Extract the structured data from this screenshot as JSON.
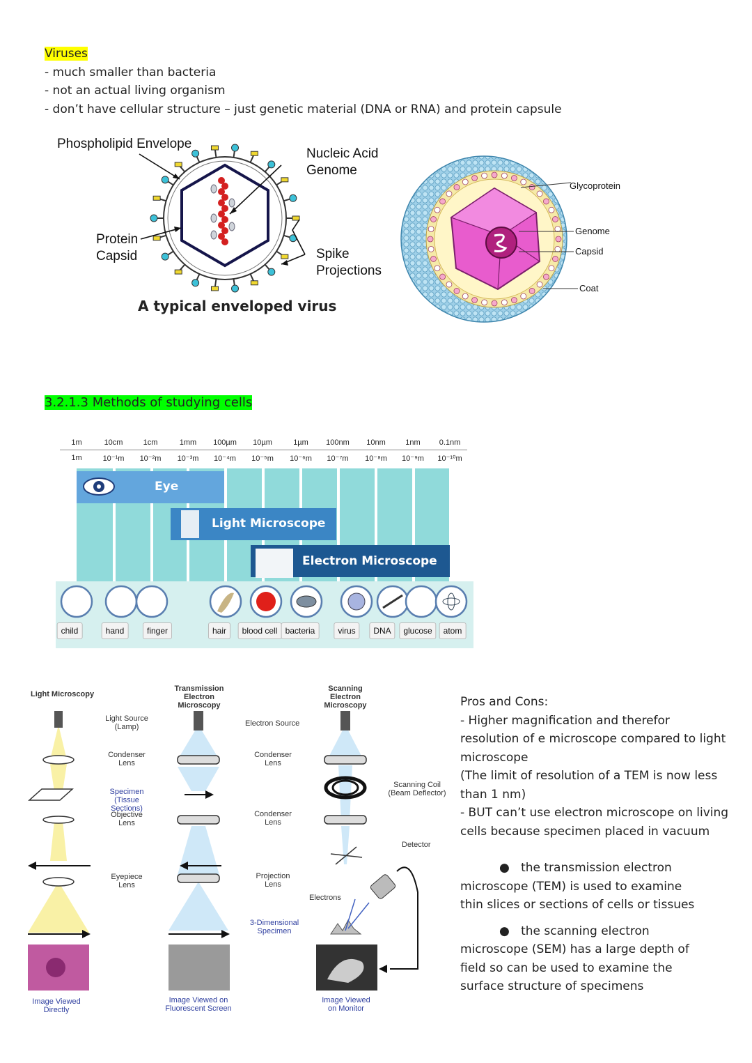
{
  "viruses": {
    "heading": "Viruses",
    "points": [
      "- much smaller than bacteria",
      "- not an actual living organism",
      "- don’t have cellular structure – just genetic material (DNA or RNA) and protein capsule"
    ]
  },
  "virus_diagram": {
    "phospholipid": "Phospholipid Envelope",
    "nucleic_1": "Nucleic Acid",
    "nucleic_2": "Genome",
    "protein_1": "Protein",
    "protein_2": "Capsid",
    "spike_1": "Spike",
    "spike_2": "Projections",
    "caption": "A typical enveloped virus"
  },
  "virus_diagram_2": {
    "glycoprotein": "Glycoprotein",
    "genome": "Genome",
    "capsid": "Capsid",
    "coat": "Coat"
  },
  "section": {
    "heading": "3.2.1.3 Methods of studying cells"
  },
  "scale": {
    "top": [
      "1m",
      "10cm",
      "1cm",
      "1mm",
      "100µm",
      "10µm",
      "1µm",
      "100nm",
      "10nm",
      "1nm",
      "0.1nm"
    ],
    "bottom": [
      "1m",
      "10⁻¹m",
      "10⁻²m",
      "10⁻³m",
      "10⁻⁴m",
      "10⁻⁵m",
      "10⁻⁶m",
      "10⁻⁷m",
      "10⁻⁸m",
      "10⁻⁹m",
      "10⁻¹⁰m"
    ],
    "eye": "Eye",
    "light": "Light Microscope",
    "electron": "Electron Microscope",
    "objects": [
      "child",
      "hand",
      "finger",
      "hair",
      "blood cell",
      "bacteria",
      "virus",
      "DNA",
      "glucose",
      "atom"
    ]
  },
  "microscopy": {
    "lm_title": "Light Microscopy",
    "tem_title_1": "Transmission",
    "tem_title_2": "Electron Microscopy",
    "sem_title_1": "Scanning",
    "sem_title_2": "Electron Microscopy",
    "light_source_1": "Light Source",
    "light_source_2": "(Lamp)",
    "electron_source": "Electron Source",
    "condenser_1": "Condenser",
    "condenser_2": "Lens",
    "condenser_b1": "Condenser",
    "condenser_b2": "Lens",
    "specimen_1": "Specimen",
    "specimen_2": "(Tissue Sections)",
    "objective_1": "Objective",
    "objective_2": "Lens",
    "condenser_c1": "Condenser",
    "condenser_c2": "Lens",
    "scanning_1": "Scanning Coil",
    "scanning_2": "(Beam Deflector)",
    "detector": "Detector",
    "eyepiece_1": "Eyepiece",
    "eyepiece_2": "Lens",
    "projection_1": "Projection",
    "projection_2": "Lens",
    "electrons": "Electrons",
    "specimen3d_1": "3-Dimensional",
    "specimen3d_2": "Specimen",
    "view_lm_1": "Image Viewed",
    "view_lm_2": "Directly",
    "view_tem_1": "Image Viewed on",
    "view_tem_2": "Fluorescent Screen",
    "view_sem_1": "Image Viewed",
    "view_sem_2": "on Monitor"
  },
  "pros": {
    "lines": [
      "Pros and Cons:",
      "- Higher magnification and therefor",
      "resolution of e microscope compared to light",
      "microscope",
      "(The limit of resolution of a TEM is now less",
      "than 1 nm)",
      "- BUT can’t use electron microscope on living",
      "cells because specimen placed in vacuum"
    ],
    "bullet1": [
      "the transmission electron",
      "microscope (TEM) is used to examine",
      "thin slices or sections of cells or tissues"
    ],
    "bullet2": [
      "the scanning electron",
      "microscope (SEM) has a large depth of",
      "field so can be used to examine the",
      "surface structure of specimens"
    ]
  },
  "colors": {
    "yellow_highlight": "#ffff00",
    "green_highlight": "#00ff00",
    "scale_teal": "#8fdcdc",
    "eye_blue": "#64a6dc",
    "lm_blue": "#3c86c4",
    "em_navy": "#1e5891"
  }
}
